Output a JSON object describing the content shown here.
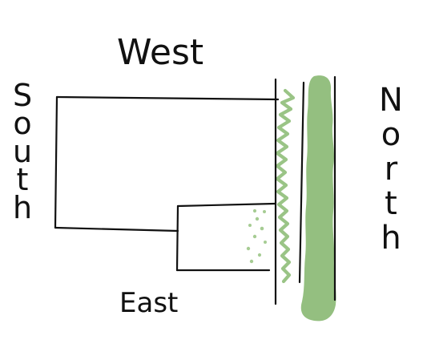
{
  "labels": {
    "west": "West",
    "south": "South",
    "east": "East",
    "north": "North"
  },
  "colors": {
    "ink": "#111111",
    "green_fill": "#8ebc79",
    "green_zigzag": "#9ac486",
    "green_dots": "#a6cc93"
  },
  "icons": {
    "building": "building-outline",
    "hedge": "hedge-zigzag",
    "greenbelt": "greenbelt-strip"
  }
}
